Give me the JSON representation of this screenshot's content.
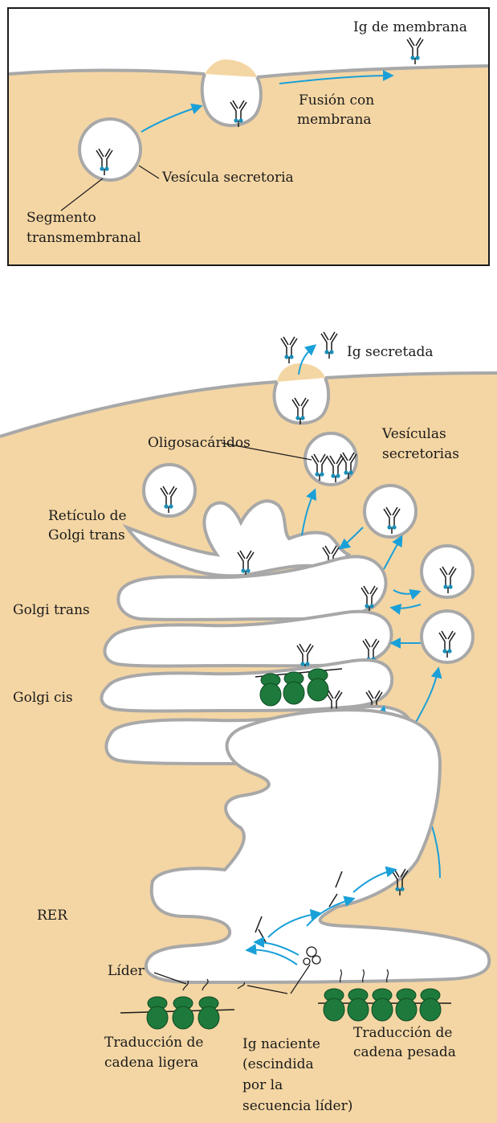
{
  "colors": {
    "cytoplasm": "#f4d6a4",
    "membrane": "#a8a8a8",
    "arrow": "#1aa0d8",
    "ribosome": "#1e7a3c",
    "antibody": "#1a1a1a",
    "glycan": "#1a8fb8"
  },
  "icons": [
    "antibody-icon",
    "ribosome-icon",
    "vesicle-icon",
    "arrow-icon"
  ],
  "panel_top": {
    "labels": {
      "membrane_ig": "Ig de membrana",
      "fusion_1": "Fusión con",
      "fusion_2": "membrana",
      "vesicle": "Vesícula secretoria",
      "segment_1": "Segmento",
      "segment_2": "transmembranal"
    }
  },
  "panel_bottom": {
    "labels": {
      "secreted": "Ig secretada",
      "oligo": "Oligosacáridos",
      "vesicles_1": "Vesículas",
      "vesicles_2": "secretorias",
      "tgn_1": "Retículo de",
      "tgn_2": "Golgi trans",
      "golgi_trans": "Golgi trans",
      "golgi_cis": "Golgi cis",
      "rer": "RER",
      "leader": "Líder",
      "light_1": "Traducción de",
      "light_2": "cadena ligera",
      "nascent_1": "Ig naciente",
      "nascent_2": "(escindida",
      "nascent_3": "por la",
      "nascent_4": "secuencia líder)",
      "heavy_1": "Traducción de",
      "heavy_2": "cadena pesada"
    }
  }
}
